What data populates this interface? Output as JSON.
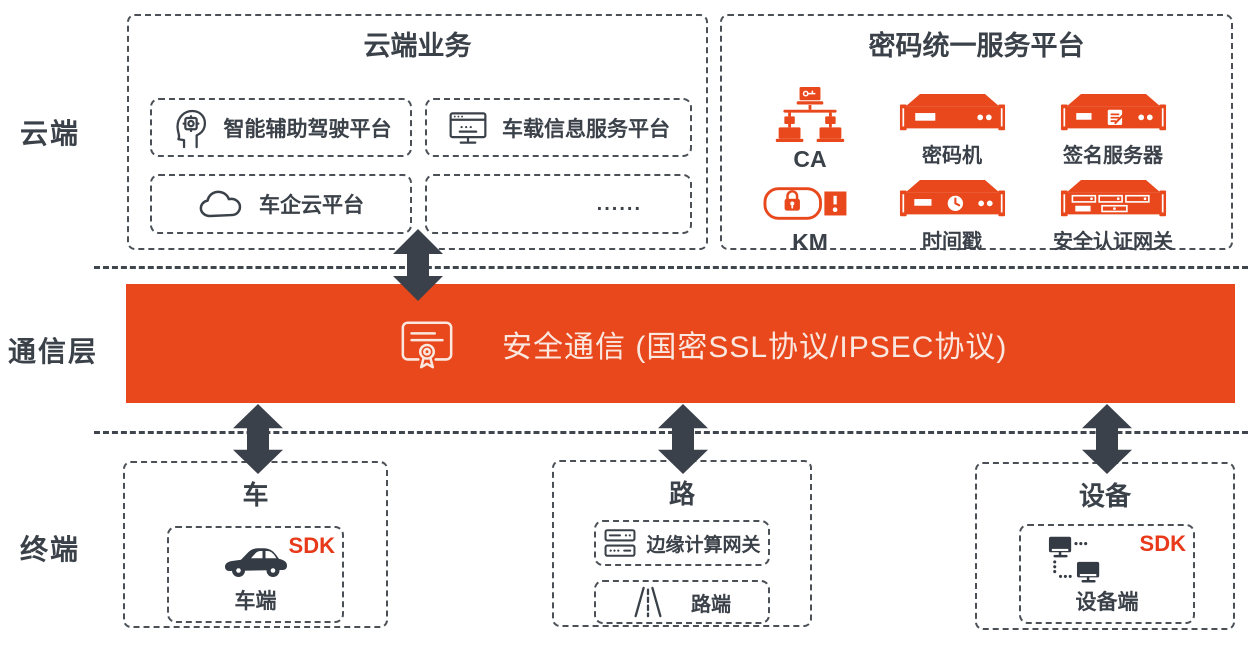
{
  "side_labels": {
    "cloud": "云端",
    "communication": "通信层",
    "terminal": "终端"
  },
  "cloud_business": {
    "title": "云端业务",
    "items": [
      {
        "icon": "head-chip-icon",
        "label": "智能辅助驾驶平台"
      },
      {
        "icon": "monitor-icon",
        "label": "车载信息服务平台"
      },
      {
        "icon": "cloud-icon",
        "label": "车企云平台"
      },
      {
        "icon": "none",
        "label": "......"
      }
    ]
  },
  "crypto_platform": {
    "title": "密码统一服务平台",
    "items": [
      {
        "icon": "ca-hierarchy-icon",
        "label": "CA"
      },
      {
        "icon": "crypto-machine-server-icon",
        "label": "密码机"
      },
      {
        "icon": "signature-server-icon",
        "label": "签名服务器"
      },
      {
        "icon": "usb-key-icon",
        "label": "KM"
      },
      {
        "icon": "timestamp-server-icon",
        "label": "时间戳"
      },
      {
        "icon": "auth-gateway-server-icon",
        "label": "安全认证网关"
      }
    ]
  },
  "communication_banner": {
    "icon": "certificate-icon",
    "label": "安全通信 (国密SSL协议/IPSEC协议)"
  },
  "terminals": {
    "vehicle": {
      "title": "车",
      "sdk_badge": "SDK",
      "endpoint_label": "车端",
      "icon": "car-icon"
    },
    "road": {
      "title": "路",
      "items": [
        {
          "icon": "edge-gateway-icon",
          "label": "边缘计算网关"
        },
        {
          "icon": "road-icon",
          "label": "路端"
        }
      ]
    },
    "device": {
      "title": "设备",
      "sdk_badge": "SDK",
      "endpoint_label": "设备端",
      "icon": "devices-network-icon"
    }
  },
  "colors": {
    "accent_orange": "#E8481C",
    "dark_gray": "#3B4149",
    "sdk_red": "#E8391A",
    "banner_text": "#FAE7DF"
  }
}
